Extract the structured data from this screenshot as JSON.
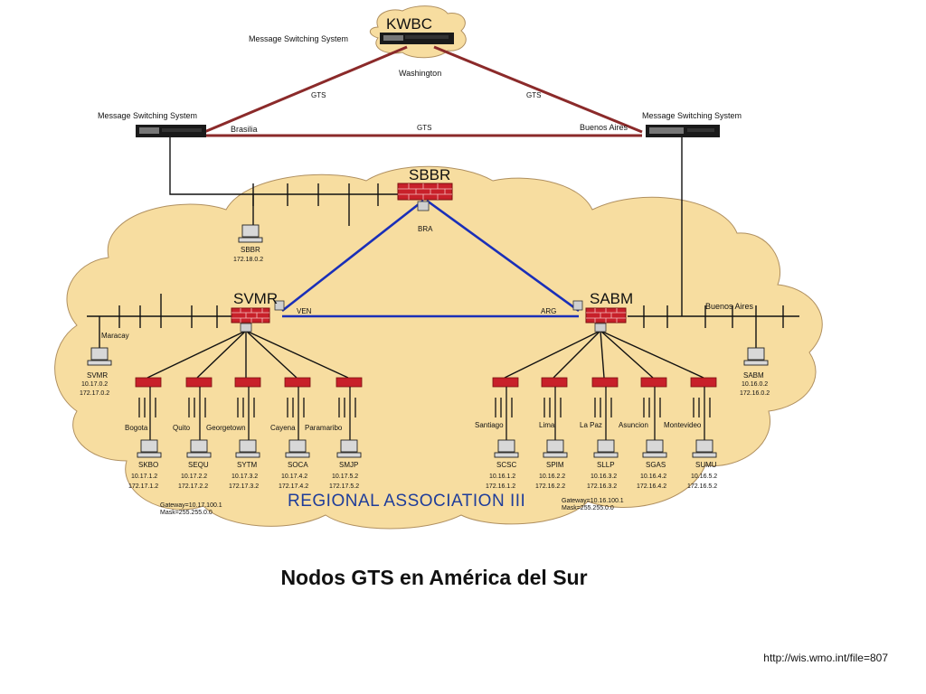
{
  "top_hub": {
    "code": "KWBC",
    "system": "Message Switching System",
    "city": "Washington"
  },
  "left_hub": {
    "system": "Message Switching System",
    "city": "Brasilia"
  },
  "right_hub": {
    "system": "Message Switching System",
    "city": "Buenos Aires"
  },
  "links": {
    "gts_left": "GTS",
    "gts_right": "GTS",
    "gts_bottom": "GTS",
    "bra": "BRA",
    "ven": "VEN",
    "arg": "ARG"
  },
  "nodes": {
    "sbbr": {
      "code": "SBBR",
      "host": "SBBR",
      "ip": "172.18.0.2"
    },
    "svmr": {
      "code": "SVMR",
      "host": "SVMR",
      "ip1": "10.17.0.2",
      "ip2": "172.17.0.2",
      "segment": "Maracay"
    },
    "sabm": {
      "code": "SABM",
      "host": "SABM",
      "ip1": "10.16.0.2",
      "ip2": "172.16.0.2",
      "segment": "Buenos Aires"
    }
  },
  "left_sites": [
    {
      "city": "Bogota",
      "host": "SKBO",
      "ip1": "10.17.1.2",
      "ip2": "172.17.1.2"
    },
    {
      "city": "Quito",
      "host": "SEQU",
      "ip1": "10.17.2.2",
      "ip2": "172.17.2.2"
    },
    {
      "city": "Georgetown",
      "host": "SYTM",
      "ip1": "10.17.3.2",
      "ip2": "172.17.3.2"
    },
    {
      "city": "Cayena",
      "host": "SOCA",
      "ip1": "10.17.4.2",
      "ip2": "172.17.4.2"
    },
    {
      "city": "Paramaribo",
      "host": "SMJP",
      "ip1": "10.17.5.2",
      "ip2": "172.17.5.2"
    }
  ],
  "right_sites": [
    {
      "city": "Santiago",
      "host": "SCSC",
      "ip1": "10.16.1.2",
      "ip2": "172.16.1.2"
    },
    {
      "city": "Lima",
      "host": "SPIM",
      "ip1": "10.16.2.2",
      "ip2": "172.16.2.2"
    },
    {
      "city": "La Paz",
      "host": "SLLP",
      "ip1": "10.16.3.2",
      "ip2": "172.16.3.2"
    },
    {
      "city": "Asuncion",
      "host": "SGAS",
      "ip1": "10.16.4.2",
      "ip2": "172.16.4.2"
    },
    {
      "city": "Montevideo",
      "host": "SUMU",
      "ip1": "10.16.5.2",
      "ip2": "172.16.5.2"
    }
  ],
  "gateways": {
    "left": {
      "gateway": "Gateway=10.17.100.1",
      "mask": "Mask=255.255.0.0"
    },
    "right": {
      "gateway": "Gateway=10.16.100.1",
      "mask": "Mask=255.255.0.0"
    }
  },
  "region": "REGIONAL ASSOCIATION III",
  "caption": "Nodos GTS en América del Sur",
  "url": "http://wis.wmo.int/file=807",
  "colors": {
    "cloud": "#f7dda0",
    "cloud_edge": "#b09060",
    "wan_link": "#8b2a2a",
    "regional_link": "#1a2fb8",
    "firewall": "#c8202a",
    "region_text": "#1f3d9a"
  }
}
